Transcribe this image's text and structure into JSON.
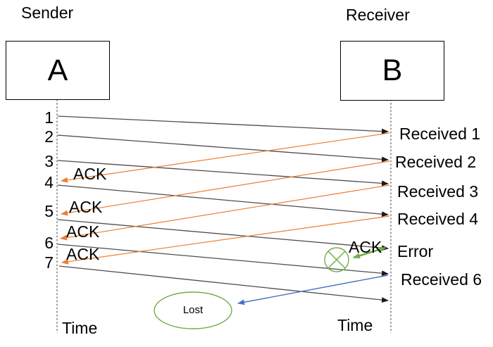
{
  "sender": {
    "title": "Sender",
    "node": "A",
    "time_label": "Time",
    "sends": [
      "1",
      "2",
      "3",
      "4",
      "5",
      "6",
      "7"
    ]
  },
  "receiver": {
    "title": "Receiver",
    "node": "B",
    "time_label": "Time",
    "events": [
      "Received 1",
      "Received 2",
      "Received 3",
      "Received 4",
      "Error",
      "Received 6"
    ]
  },
  "acks": {
    "labels": [
      "ACK",
      "ACK",
      "ACK",
      "ACK"
    ],
    "error_ack": "ACK"
  },
  "lost": {
    "label": "Lost"
  },
  "colors": {
    "frame_line": "#4d4d4d",
    "ack_line": "#ED7D31",
    "error_green": "#70AD47",
    "lost_blue": "#4472C4",
    "timeline_gray": "#595959"
  }
}
